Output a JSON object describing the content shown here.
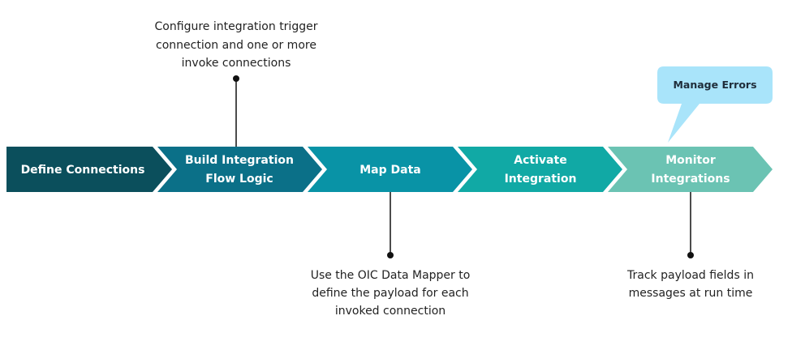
{
  "steps": [
    {
      "line1": "Define Connections",
      "line2": "",
      "color": "#0b4f5c"
    },
    {
      "line1": "Build Integration",
      "line2": "Flow Logic",
      "color": "#0b7088"
    },
    {
      "line1": "Map Data",
      "line2": "",
      "color": "#0993a6"
    },
    {
      "line1": "Activate",
      "line2": "Integration",
      "color": "#11a9a5"
    },
    {
      "line1": "Monitor",
      "line2": "Integrations",
      "color": "#6bc3b3"
    }
  ],
  "notes": {
    "top": {
      "line1": "Configure integration trigger",
      "line2": "connection and one or more",
      "line3": "invoke connections"
    },
    "map": {
      "line1": "Use the OIC Data Mapper to",
      "line2": "define the payload for each",
      "line3": "invoked connection"
    },
    "monitor": {
      "line1": "Track payload fields in",
      "line2": "messages at run time"
    }
  },
  "callout": {
    "label": "Manage Errors",
    "color": "#a9e4fa"
  }
}
